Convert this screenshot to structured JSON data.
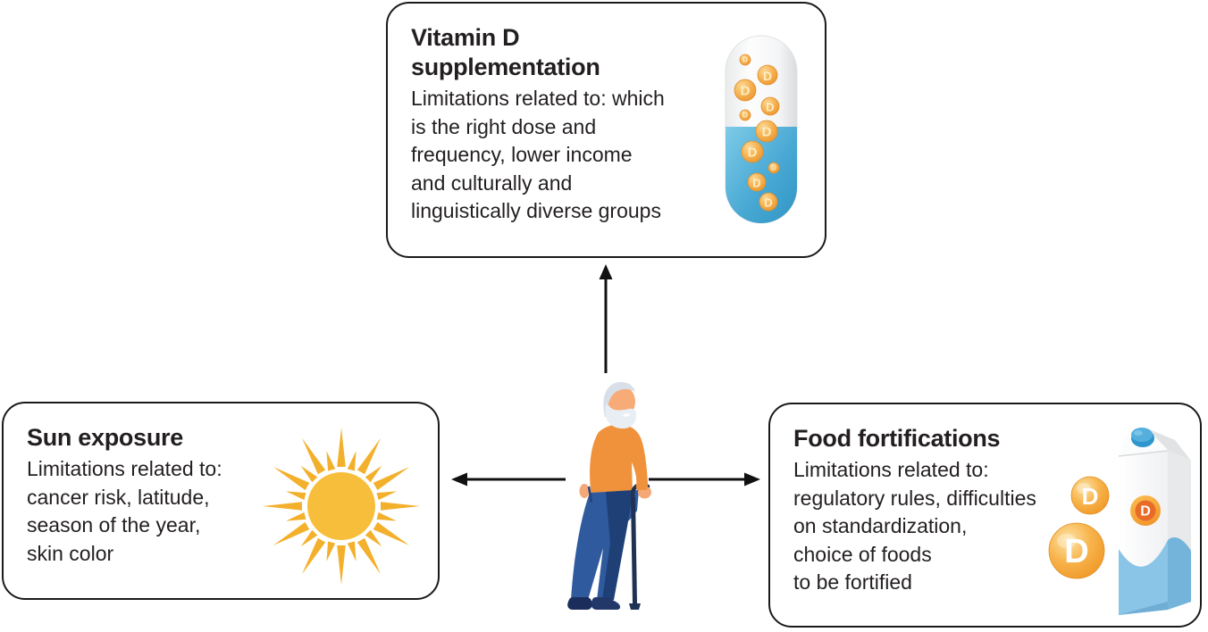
{
  "boxes": {
    "supplementation": {
      "title": "Vitamin D\nsupplementation",
      "body": "Limitations related to: which\nis the right dose and\nfrequency, lower income\nand culturally and\nlinguistically diverse groups",
      "icon": "vitamin-d-capsule-icon"
    },
    "sun_exposure": {
      "title": "Sun exposure",
      "body": "Limitations related to:\ncancer risk, latitude,\nseason of the year,\nskin color",
      "icon": "sun-icon"
    },
    "food_fortifications": {
      "title": "Food fortifications",
      "body": "Limitations related to:\nregulatory rules, difficulties\non standardization,\nchoice of foods\nto be fortified",
      "icon": "milk-carton-icon"
    }
  },
  "center_figure": {
    "name": "elderly-man-with-cane"
  },
  "letters": {
    "d": "D"
  },
  "colors": {
    "box_border": "#1a1a1a",
    "text": "#231f20",
    "sun_rays": "#f3b02c",
    "sun_disc": "#f7be3c",
    "capsule_blue": "#3e9fce",
    "vitamin_ball_orange": "#f5ae4b",
    "badge_inner_orange": "#e96b28",
    "carton_blue": "#8ac4e6",
    "sweater_orange": "#f0923c",
    "pants_blue": "#2f5a9e",
    "arrow_black": "#111111"
  }
}
